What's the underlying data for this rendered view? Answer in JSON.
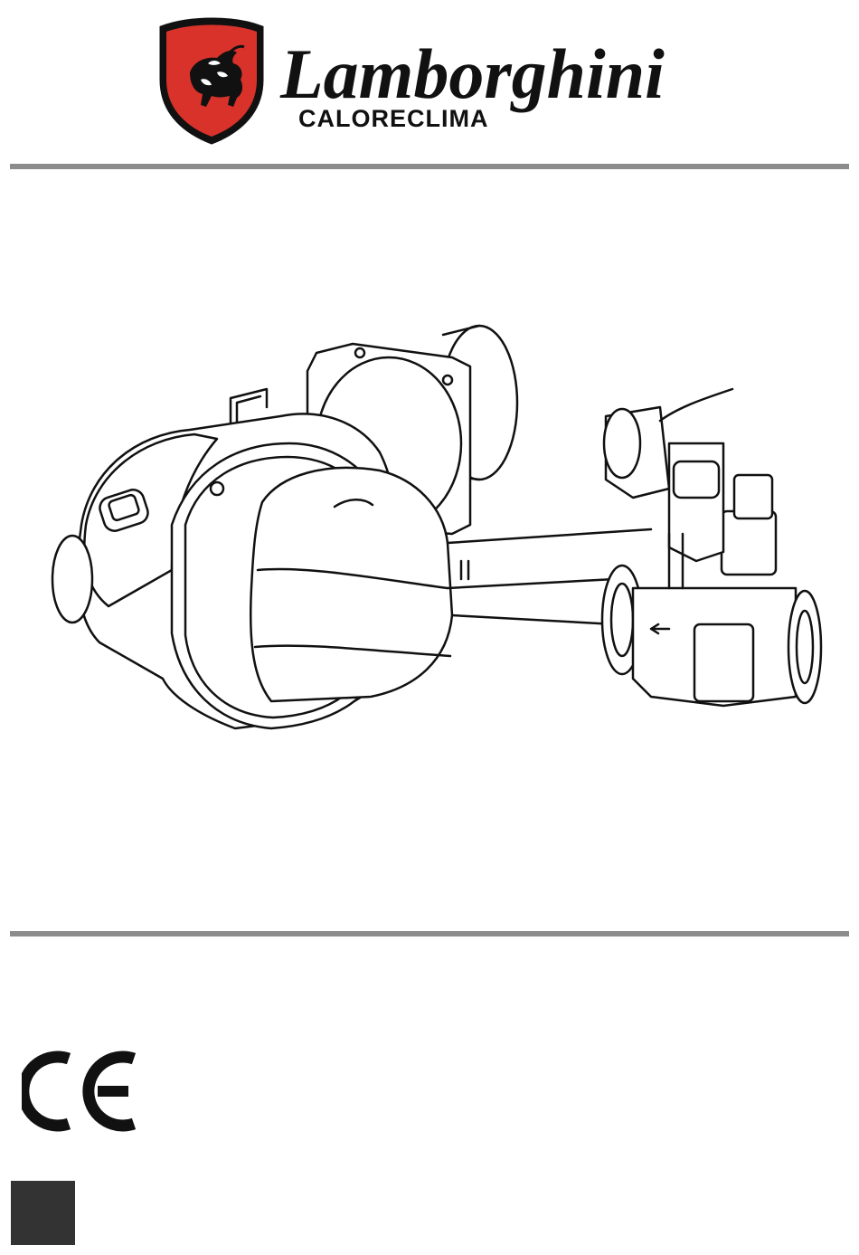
{
  "brand": {
    "name": "Lamborghini",
    "subtitle": "CALORECLIMA",
    "shield_color": "#d8322b",
    "logo_icon": "bull-shield-icon"
  },
  "colors": {
    "rule": "#8c8c8c",
    "square": "#333333",
    "ink": "#111111"
  },
  "marks": {
    "ce": "CE"
  },
  "illustration": {
    "icon": "gas-burner-with-valve-train-icon"
  }
}
